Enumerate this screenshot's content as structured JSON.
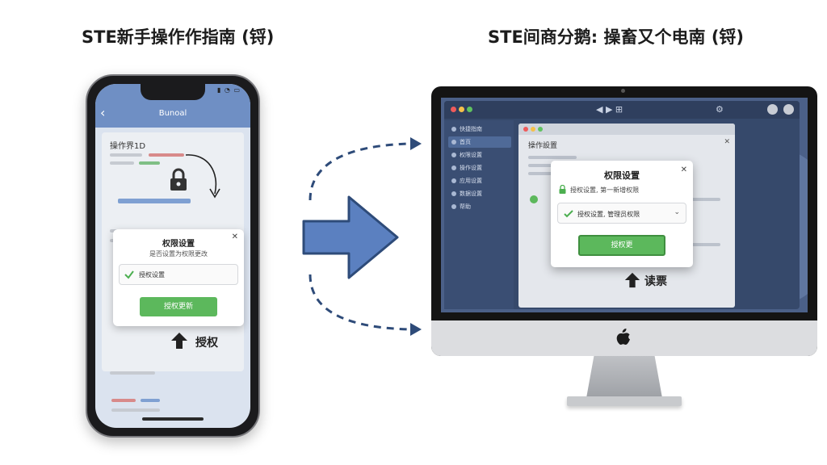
{
  "headings": {
    "left": "STE新手操作作指南 (锊)",
    "right": "STE间商分鹅: 操畜又个电南 (锊)"
  },
  "phone": {
    "nav_title": "Bunoal",
    "section_label": "操作界1D",
    "dialog": {
      "title": "权限设置",
      "description": "是否设置为权限更改",
      "option_label": "授权设置",
      "button_label": "授权更新"
    },
    "upload_label": "授权"
  },
  "desktop": {
    "sidebar_items": [
      "快捷指南",
      "首页",
      "权限设置",
      "操作设置",
      "应用设置",
      "数据设置",
      "帮助"
    ],
    "inner_heading": "操作設置",
    "dialog": {
      "title": "权限设置",
      "description": "授权设置, 第一新增权限",
      "select_label": "授权设置, 管理员权限",
      "button_label": "授权更"
    },
    "upload_label": "读票"
  },
  "colors": {
    "accent_blue": "#5b80c0",
    "button_green": "#5cb85c",
    "dashed_arrow": "#2e4b79"
  },
  "icons": [
    "back-chevron-icon",
    "lock-icon",
    "curved-arrow-icon",
    "upload-arrow-icon",
    "apple-logo-icon",
    "close-icon",
    "chevron-down-icon",
    "transfer-arrow-icon"
  ]
}
